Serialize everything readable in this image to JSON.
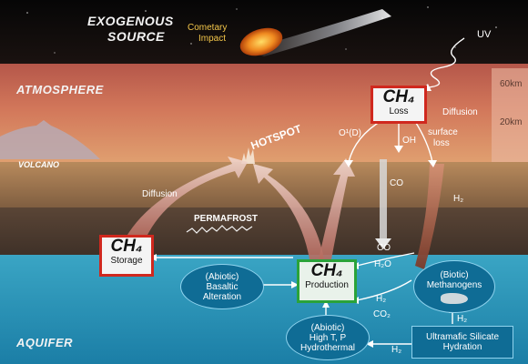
{
  "exogenous": {
    "line1": "EXOGENOUS",
    "line2": "SOURCE",
    "cometary_line1": "Cometary",
    "cometary_line2": "Impact",
    "uv": "UV"
  },
  "atmosphere": {
    "label": "ATMOSPHERE",
    "alt_60": "60km",
    "alt_20": "20km"
  },
  "volcano": "VOLCANO",
  "hotspot": "HOTSPOT",
  "permafrost": "PERMAFROST",
  "aquifer": "AQUIFER",
  "loss_box": {
    "title": "CH₄",
    "sub": "Loss"
  },
  "storage_box": {
    "title": "CH₄",
    "sub": "Storage"
  },
  "production_box": {
    "title": "CH₄",
    "sub": "Production"
  },
  "loss_paths": {
    "o1d": "O¹(D)",
    "oh": "OH",
    "diffusion_top": "Diffusion",
    "surface_line1": "surface",
    "surface_line2": "loss"
  },
  "diffusion_left": "Diffusion",
  "species": {
    "co_upper": "CO",
    "h2_upper": "H₂",
    "co_lower": "CO",
    "h2o": "H₂O",
    "h2_mid": "H₂",
    "co2": "CO₂",
    "h2_right": "H₂",
    "h2_bottom": "H₂"
  },
  "basaltic": {
    "l1": "(Abiotic)",
    "l2": "Basaltic",
    "l3": "Alteration"
  },
  "methanogens": {
    "l1": "(Biotic)",
    "l2": "Methanogens"
  },
  "hydrothermal": {
    "l1": "(Abiotic)",
    "l2": "High T, P",
    "l3": "Hydrothermal"
  },
  "ultramafic": {
    "l1": "Ultramafic Silicate",
    "l2": "Hydration"
  }
}
